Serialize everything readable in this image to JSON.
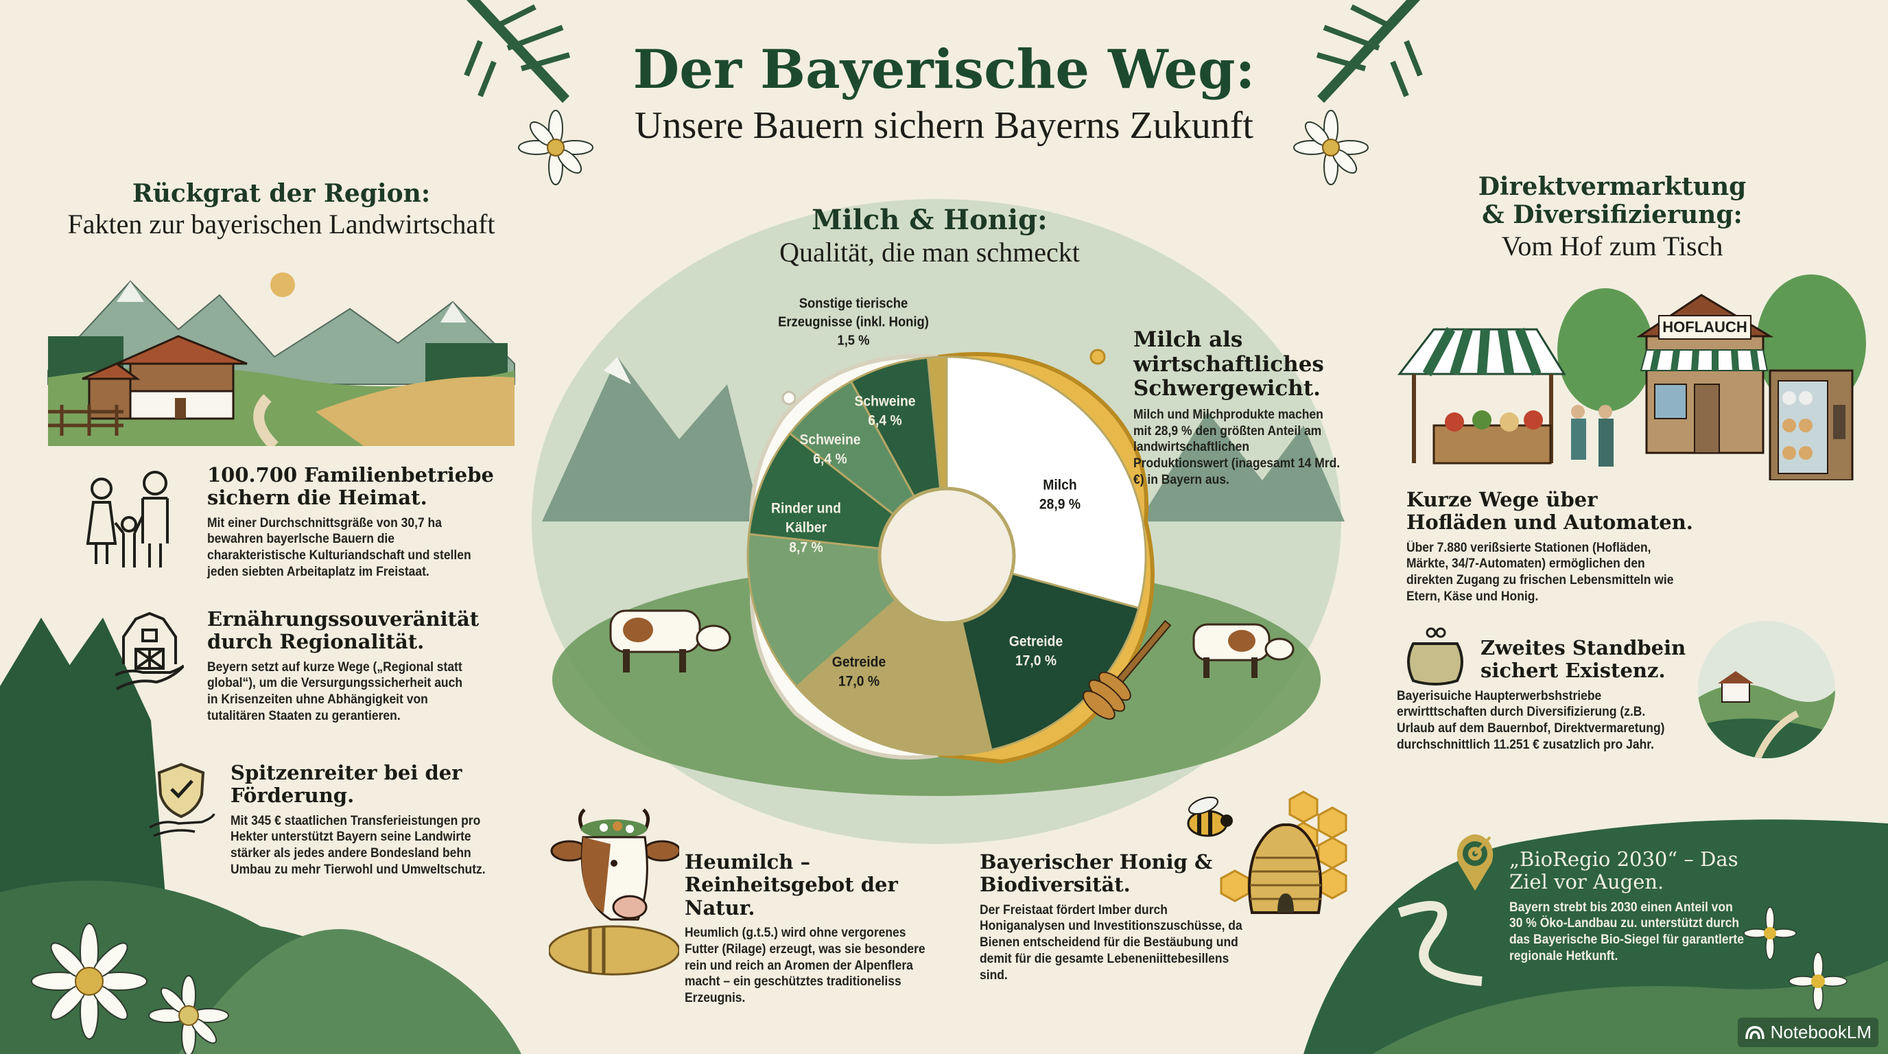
{
  "header": {
    "title": "Der Bayerische Weg:",
    "subtitle": "Unsere Bauern sichern Bayerns Zukunft"
  },
  "left_section": {
    "heading_bold": "Rückgrat der Region:",
    "heading_normal": "Fakten zur bayerischen Landwirtschaft",
    "facts": [
      {
        "icon": "family-icon",
        "title": "100.700 Familienbetriebe sichern die Heimat.",
        "body": "Mit einer Durchschnittsgräße von 30,7 ha bewahren bayerlsche Bauern die charakteristische Kulturiandschaft und stellen jeden siebten Arbeitaplatz im Freistaat."
      },
      {
        "icon": "barn-in-hand-icon",
        "title": "Ernährungssouveränität durch Regionalität.",
        "body": "Beyern setzt auf kurze Wege („Regional statt global“), um die Versurgungssicherheit auch in Krisenzeiten uhne Abhängigkeit von tutalitären Staaten zu gerantieren."
      },
      {
        "icon": "shield-check-hand-icon",
        "title": "Spitzenreiter bei der Förderung.",
        "body": "Mit 345 € staatlichen Transferieistungen pro Hekter unterstützt Bayern seine Landwirte stärker als jedes andere Bondesland behn Umbau zu mehr Tierwohl und Umweltschutz."
      }
    ]
  },
  "center_section": {
    "heading_bold": "Milch & Honig:",
    "heading_normal": "Qualität, die man schmeckt",
    "milk_fact": {
      "title": "Milch als wirtschaftliches Schwergewicht.",
      "body": "Milch und Milchprodukte machen mit 28,9 % den größten Anteil am landwirtschaftlichen Produktionswert (inagesamt 14 Mrd. €) in Bayern aus."
    },
    "heumilch": {
      "title": "Heumilch – Reinheitsgebot der Natur.",
      "body": "Heumlich (g.t.5.) wird ohne vergorenes Futter (Rilage) erzeugt, was sie besondere rein und reich an Aromen der Alpenflera macht – ein geschütztes traditioneliss Erzeugnis."
    },
    "honig": {
      "title": "Bayerischer Honig & Biodiversität.",
      "body": "Der Freistaat fördert Imber durch Honiganalysen und Investitionszuschüsse, da Bienen entscheidend für die Bestäubung und demit für die gesamte Lebeneniittebesillens sind."
    }
  },
  "right_section": {
    "heading_bold": "Direktvermarktung & Diversifizierung:",
    "heading_normal": "Vom Hof zum Tisch",
    "shop_sign": "HOFLAUCH",
    "facts": [
      {
        "icon": "",
        "title": "Kurze Wege über Hofläden und Automaten.",
        "body": "Über 7.880 verißsierte Stationen (Hofläden, Märkte, 34/7-Automaten) ermöglichen den direkten Zugang zu frischen Lebensmitteln wie Etern, Käse und Honig."
      },
      {
        "icon": "coin-purse-icon",
        "title": "Zweites Standbein sichert Existenz.",
        "body": "Bayerisuiche Haupterwerbshstriebe erwirtttschaften durch Diversifizierung (z.B. Urlaub auf dem Bauernbof, Direktvermaretung) durchschnittlich 11.251 € zusatzlich pro Jahr."
      },
      {
        "icon": "target-pin-icon",
        "title": "„BioRegio 2030“ – Das Ziel vor Augen.",
        "body": "Bayern strebt bis 2030 einen Anteil von 30 % Öko-Landbau zu. unterstützt durch das Bayerische Bio-Siegel für garantlerte regionale Hetkunft."
      }
    ]
  },
  "branding": {
    "label": "NotebookLM"
  },
  "colors": {
    "background": "#f3eee0",
    "title_green": "#1d4a2e",
    "milch": "#ffffff",
    "getreide_dark": "#1f4a33",
    "getreide_olive": "#b6a766",
    "unlabeled_light_green": "#78a070",
    "rinder": "#2f6842",
    "schweine_medium": "#5e8f64",
    "schweine_dark": "#2a5e3e",
    "sonstige_gold": "#c6a84c",
    "honey": "#e8b94a"
  },
  "chart_data": {
    "type": "pie",
    "subtype": "donut",
    "title": "Milch & Honig: Qualität, die man schmeckt",
    "start_angle_deg": 0,
    "direction": "clockwise",
    "slices": [
      {
        "label": "Milch",
        "value": 28.9,
        "display": "28,9 %",
        "color": "#ffffff",
        "text_color": "#1c1c18"
      },
      {
        "label": "Getreide",
        "value": 17.0,
        "display": "17,0 %",
        "color": "#1f4a33",
        "text_color": "#f2efe4"
      },
      {
        "label": "Getreide",
        "value": 17.0,
        "display": "17,0 %",
        "color": "#b6a766",
        "text_color": "#1c1c18"
      },
      {
        "label": "",
        "value": 13.0,
        "display": "",
        "color": "#78a070",
        "text_color": "#f2efe4"
      },
      {
        "label": "Rinder und Kälber",
        "value": 8.7,
        "display": "8,7 %",
        "color": "#2f6842",
        "text_color": "#f2efe4"
      },
      {
        "label": "Schweine",
        "value": 6.4,
        "display": "6,4 %",
        "color": "#5e8f64",
        "text_color": "#f2efe4"
      },
      {
        "label": "Schweine",
        "value": 6.4,
        "display": "6,4 %",
        "color": "#2a5e3e",
        "text_color": "#f2efe4"
      },
      {
        "label": "Sonstige tierische Erzeugnisse (inkl. Honig)",
        "value": 1.5,
        "display": "1,5 %",
        "color": "#c6a84c",
        "text_color": "#1c1c18"
      }
    ],
    "labels": {
      "sonstige_line1": "Sonstige tierische",
      "sonstige_line2": "Erzeugnisse (inkl. Honig)",
      "sonstige_value": "1,5 %",
      "schweine_a_name": "Schweine",
      "schweine_a_value": "6,4 %",
      "schweine_b_name": "Schweine",
      "schweine_b_value": "6,4 %",
      "rinder_line1": "Rinder und",
      "rinder_line2": "Kälber",
      "rinder_value": "8,7 %",
      "milch_name": "Milch",
      "milch_value": "28,9 %",
      "getreide_dark_name": "Getreide",
      "getreide_dark_value": "17,0 %",
      "getreide_olive_name": "Getreide",
      "getreide_olive_value": "17,0 %"
    },
    "legend": "none (labels on slices)"
  }
}
